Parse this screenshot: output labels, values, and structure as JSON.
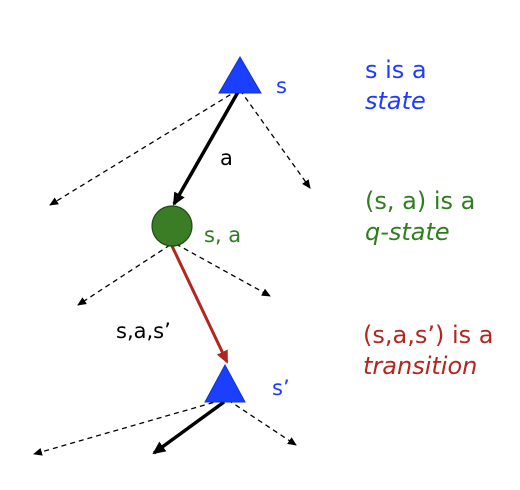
{
  "colors": {
    "state": "#1f3bff",
    "qstate": "#2e7d1e",
    "transition": "#b3261e",
    "qstate_node": "#3a7d24",
    "state_node": "#1a3fff",
    "edge": "#000000"
  },
  "nodes": {
    "state_top": {
      "label": "s",
      "shape": "triangle"
    },
    "qstate": {
      "label": "s, a",
      "shape": "circle"
    },
    "state_bottom": {
      "label": "s’",
      "shape": "triangle"
    }
  },
  "edges": {
    "action_label": "a",
    "transition_label": "s,a,s’"
  },
  "captions": {
    "state": {
      "head": "s is a",
      "term": "state"
    },
    "qstate": {
      "head": "(s, a) is a",
      "term": "q-state"
    },
    "transition": {
      "head": "(s,a,s’) is a",
      "term": "transition"
    }
  }
}
